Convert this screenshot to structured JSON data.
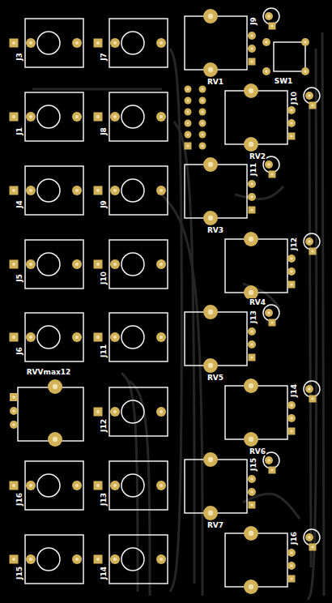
{
  "diagram": {
    "labels": [
      "J3",
      "J7",
      "J9",
      "RV1",
      "SW1",
      "J10",
      "J1",
      "J8",
      "RV2",
      "J11",
      "J4",
      "J9",
      "RV3",
      "J12",
      "J5",
      "J10",
      "RV4",
      "J13",
      "J6",
      "J11",
      "RVVmax12",
      "RV5",
      "J14",
      "J12",
      "RV6",
      "J15",
      "J16",
      "J13",
      "RV7",
      "J16",
      "J15",
      "J14"
    ]
  }
}
